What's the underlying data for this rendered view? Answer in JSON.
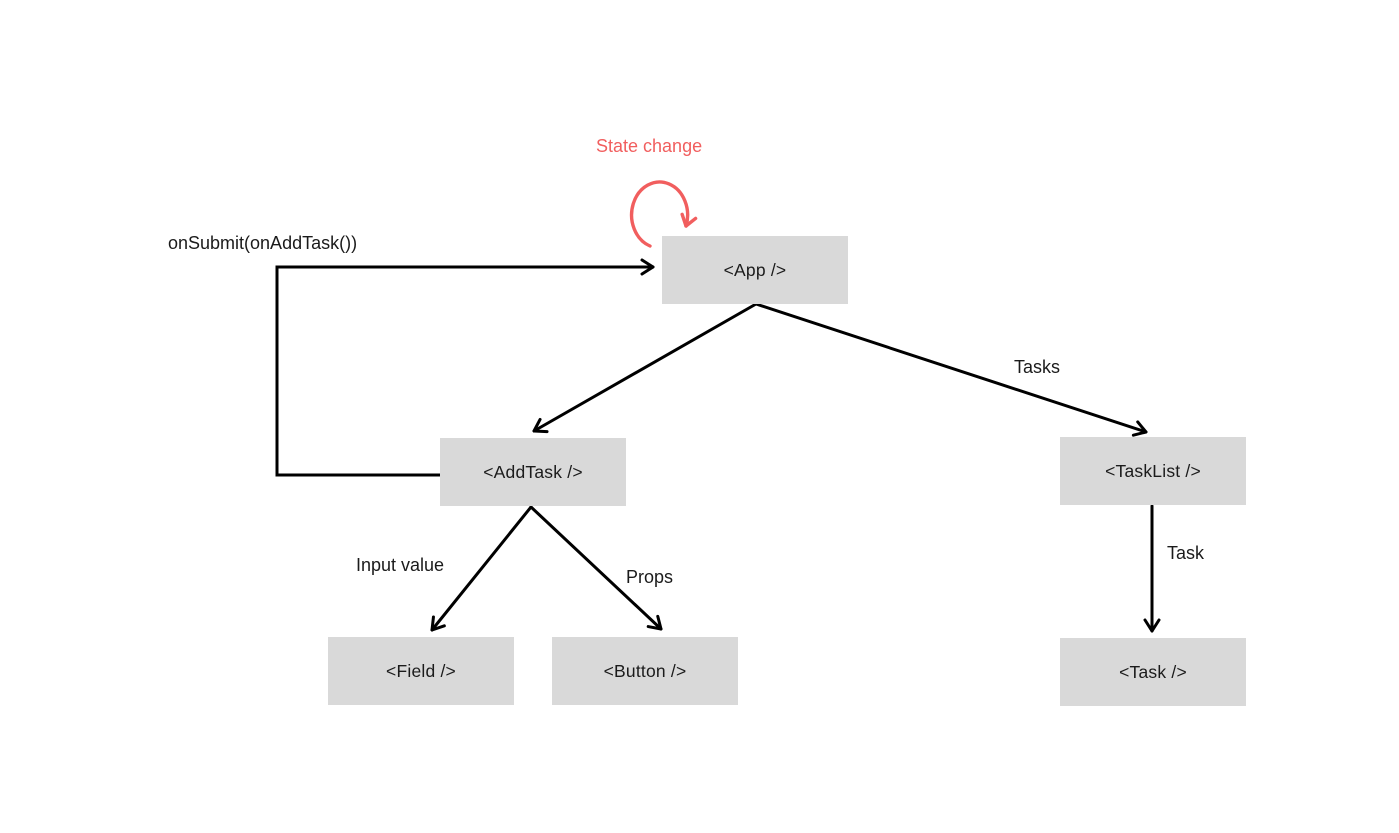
{
  "diagram": {
    "type": "react-component-data-flow",
    "colors": {
      "background": "#ffffff",
      "node_fill": "#d9d9d9",
      "edge": "#000000",
      "accent": "#f15e5e"
    },
    "nodes": [
      {
        "id": "app",
        "label": "<App />"
      },
      {
        "id": "add-task",
        "label": "<AddTask />"
      },
      {
        "id": "task-list",
        "label": "<TaskList />"
      },
      {
        "id": "field",
        "label": "<Field />"
      },
      {
        "id": "button",
        "label": "<Button />"
      },
      {
        "id": "task",
        "label": "<Task />"
      }
    ],
    "labels": {
      "state_change": "State change",
      "on_submit": "onSubmit(onAddTask())",
      "tasks": "Tasks",
      "task": "Task",
      "input_value": "Input value",
      "props": "Props"
    }
  }
}
